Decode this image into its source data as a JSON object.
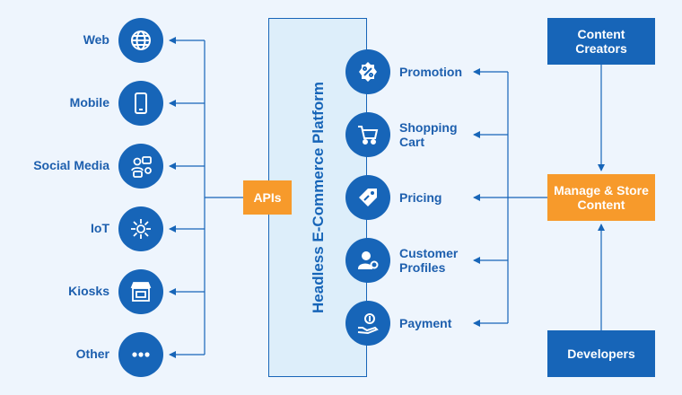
{
  "channels": [
    {
      "label": "Web",
      "icon": "globe-icon"
    },
    {
      "label": "Mobile",
      "icon": "mobile-phone-icon"
    },
    {
      "label": "Social Media",
      "icon": "social-network-icon"
    },
    {
      "label": "IoT",
      "icon": "iot-network-icon"
    },
    {
      "label": "Kiosks",
      "icon": "kiosk-storefront-icon"
    },
    {
      "label": "Other",
      "icon": "ellipsis-icon"
    }
  ],
  "apis_label": "APIs",
  "platform_title": "Headless E-Commerce Platform",
  "services": [
    {
      "label": "Promotion",
      "icon": "percent-badge-icon"
    },
    {
      "label": "Shopping Cart",
      "icon": "shopping-cart-icon"
    },
    {
      "label": "Pricing",
      "icon": "price-tag-icon"
    },
    {
      "label": "Customer Profiles",
      "icon": "user-gear-icon"
    },
    {
      "label": "Payment",
      "icon": "hand-coin-icon"
    }
  ],
  "content_creators": "Content Creators",
  "manage_store": "Manage & Store Content",
  "developers": "Developers",
  "colors": {
    "primary_blue": "#1765b8",
    "accent_orange": "#f79a2b",
    "background": "#eef5fd"
  }
}
